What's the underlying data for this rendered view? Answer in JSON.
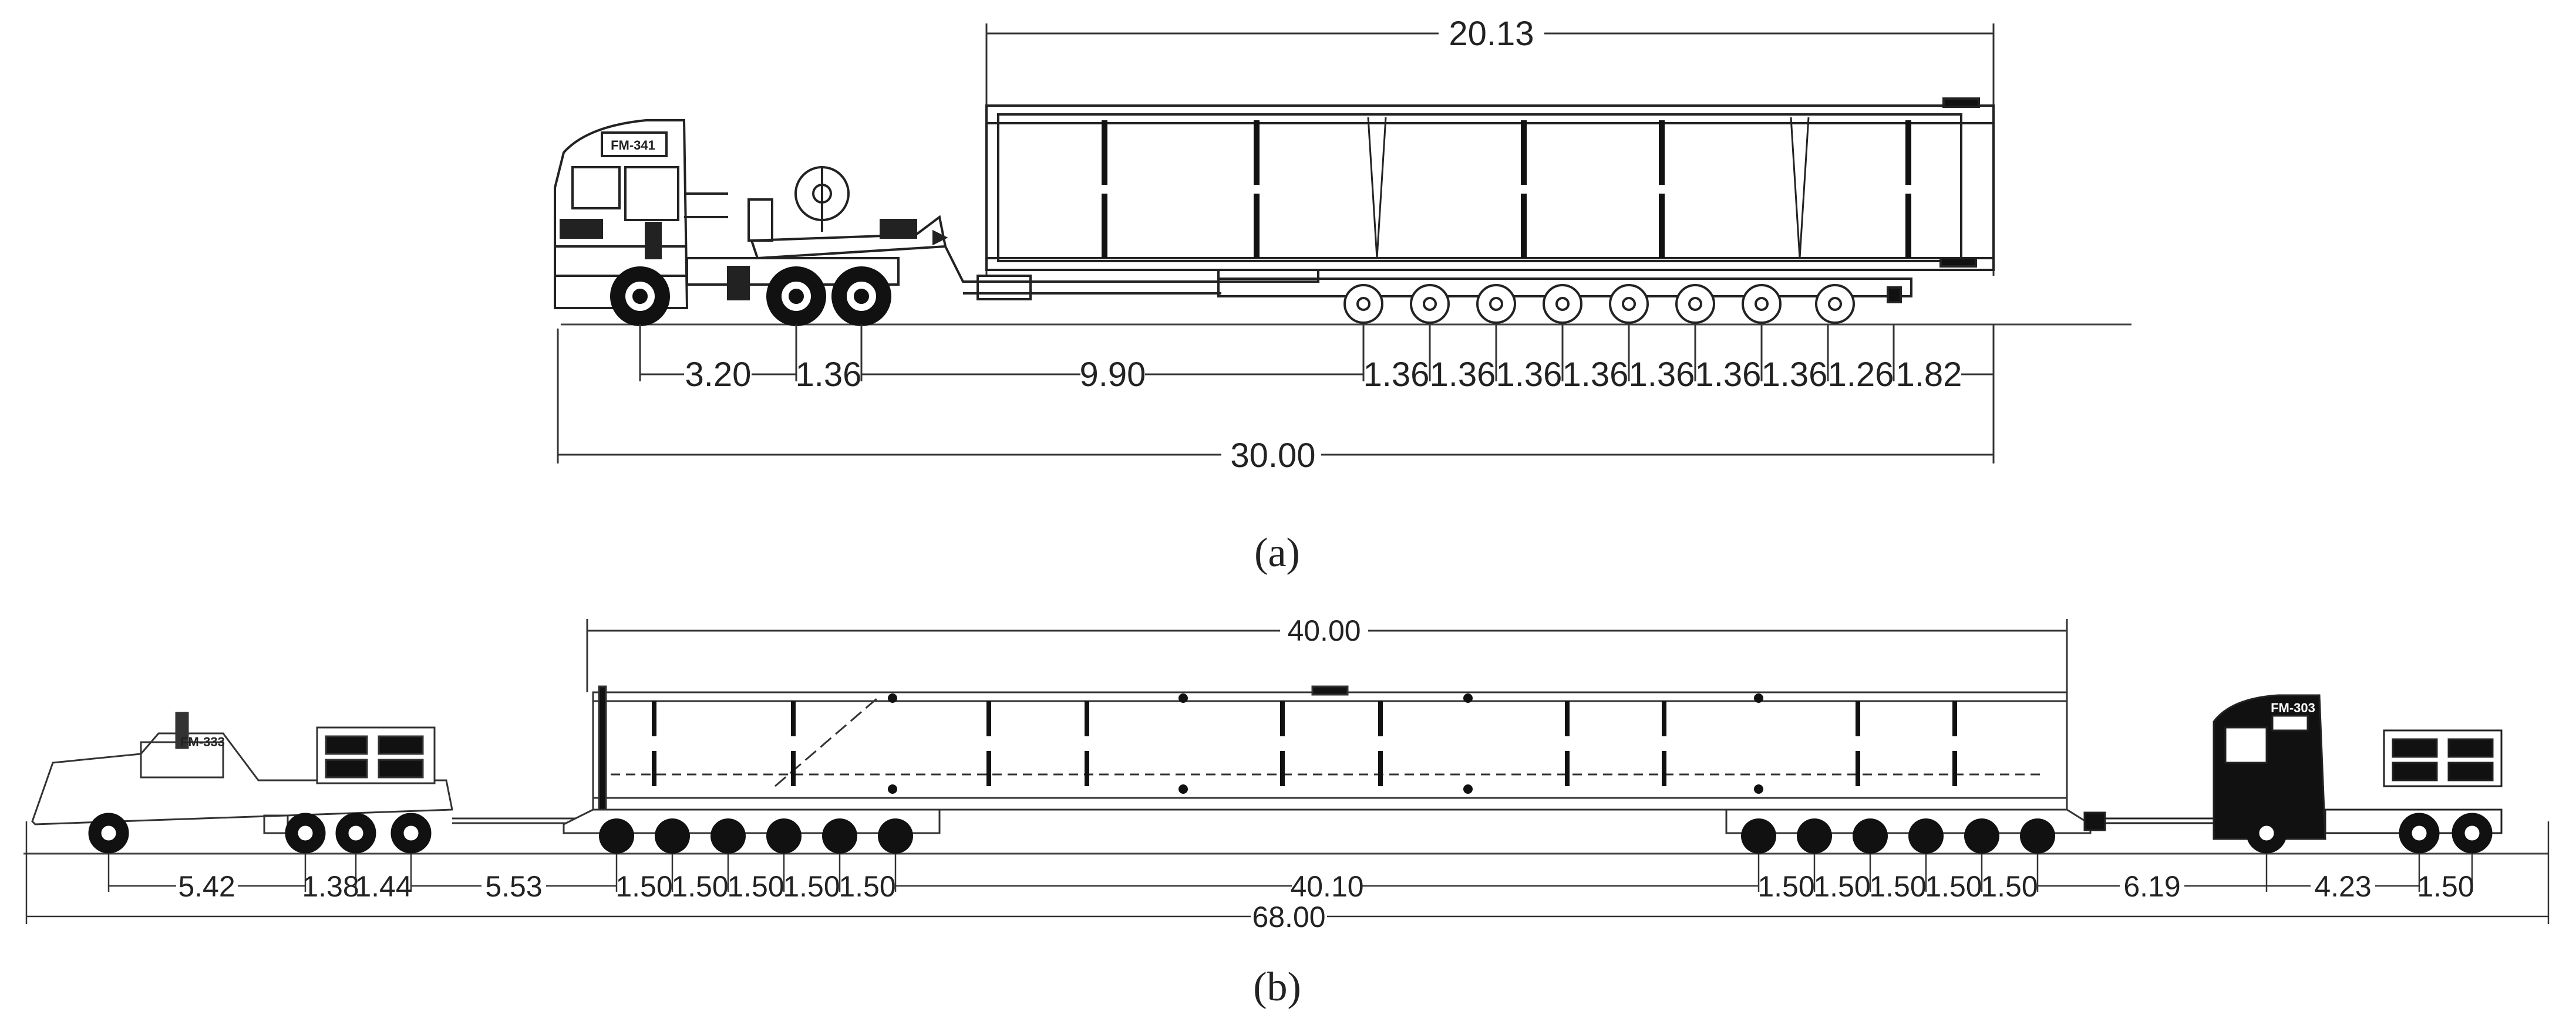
{
  "figure_a": {
    "caption": "(a)",
    "cab_plate": "FM-341",
    "overall_top": "20.13",
    "spacings": [
      "3.20",
      "1.36",
      "9.90",
      "1.36",
      "1.36",
      "1.36",
      "1.36",
      "1.36",
      "1.36",
      "1.36",
      "1.26",
      "1.82"
    ],
    "overall_bottom": "30.00"
  },
  "figure_b": {
    "caption": "(b)",
    "front_cab_plate": "FM-333",
    "rear_cab_plate": "FM-303",
    "overall_top": "40.00",
    "spacings": [
      "5.42",
      "1.38",
      "1.44",
      "5.53",
      "1.50",
      "1.50",
      "1.50",
      "1.50",
      "1.50",
      "40.10",
      "1.50",
      "1.50",
      "1.50",
      "1.50",
      "1.50",
      "6.19",
      "4.23",
      "1.50"
    ],
    "overall_bottom": "68.00"
  }
}
